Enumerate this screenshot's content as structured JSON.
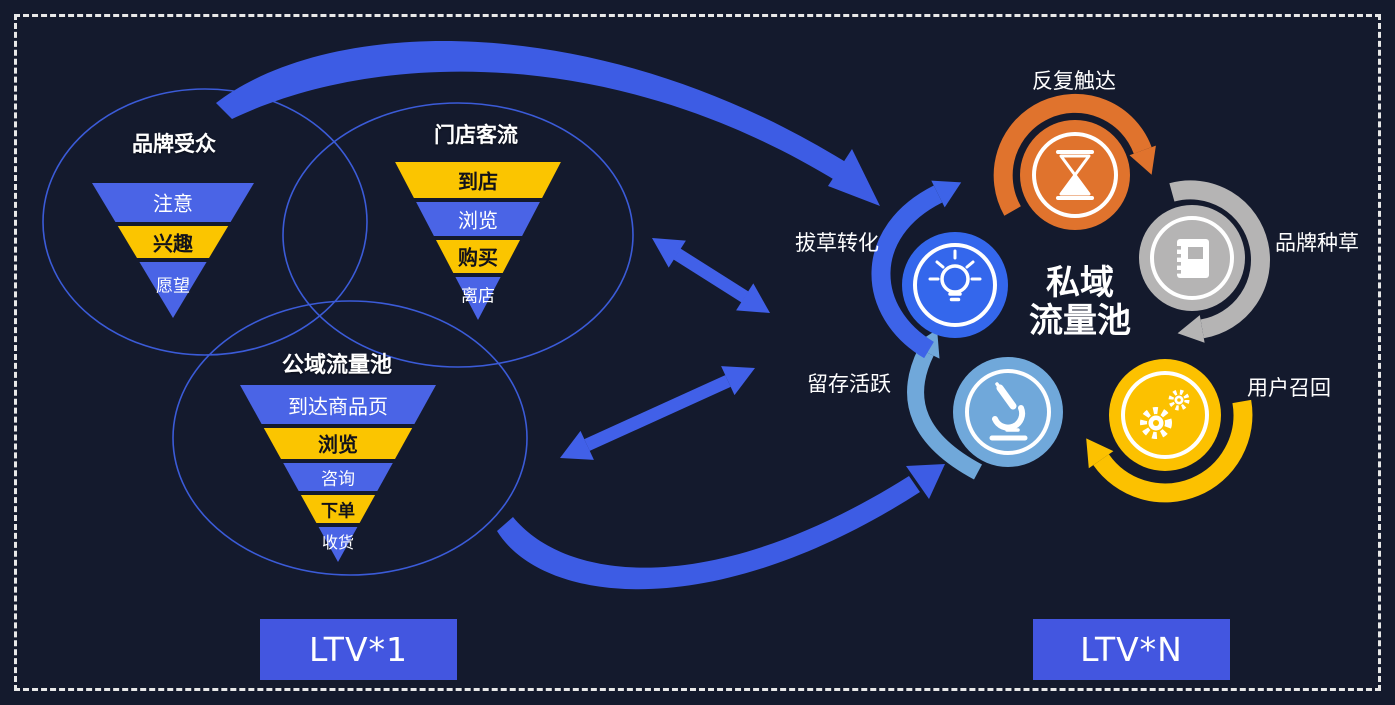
{
  "diagram_title": "私域流量池",
  "funnels": [
    {
      "title": "品牌受众",
      "layers": [
        {
          "label": "注意",
          "color": "blue"
        },
        {
          "label": "兴趣",
          "color": "yellow"
        },
        {
          "label": "愿望",
          "color": "blue"
        }
      ]
    },
    {
      "title": "门店客流",
      "layers": [
        {
          "label": "到店",
          "color": "yellow"
        },
        {
          "label": "浏览",
          "color": "blue"
        },
        {
          "label": "购买",
          "color": "yellow"
        },
        {
          "label": "离店",
          "color": "blue"
        }
      ]
    },
    {
      "title": "公域流量池",
      "layers": [
        {
          "label": "到达商品页",
          "color": "blue"
        },
        {
          "label": "浏览",
          "color": "yellow"
        },
        {
          "label": "咨询",
          "color": "blue"
        },
        {
          "label": "下单",
          "color": "yellow"
        },
        {
          "label": "收货",
          "color": "blue"
        }
      ]
    }
  ],
  "cycle": {
    "center_line1": "私域",
    "center_line2": "流量池",
    "nodes": [
      {
        "label": "反复触达",
        "icon": "hourglass-icon",
        "color": "#e0732d"
      },
      {
        "label": "品牌种草",
        "icon": "notebook-icon",
        "color": "#b5b4b4"
      },
      {
        "label": "用户召回",
        "icon": "gears-icon",
        "color": "#fcc100"
      },
      {
        "label": "留存活跃",
        "icon": "microscope-icon",
        "color": "#70a8da"
      },
      {
        "label": "拔草转化",
        "icon": "lightbulb-icon",
        "color": "#3467ec"
      }
    ]
  },
  "badges": [
    {
      "label": "LTV*1"
    },
    {
      "label": "LTV*N"
    }
  ],
  "colors": {
    "background": "#141a2d",
    "frame_dash": "#e8e8e8",
    "ellipse_stroke": "#3b5bd8",
    "funnel_blue": "#4a64e6",
    "funnel_yellow": "#fbc500",
    "arrow_blue": "#4160e8",
    "badge_blue": "#4356e0",
    "node_orange": "#e0732d",
    "node_gray": "#b5b4b4",
    "node_yellow": "#fcc100",
    "node_lightblue": "#70a8da",
    "node_blue": "#3467ec"
  }
}
